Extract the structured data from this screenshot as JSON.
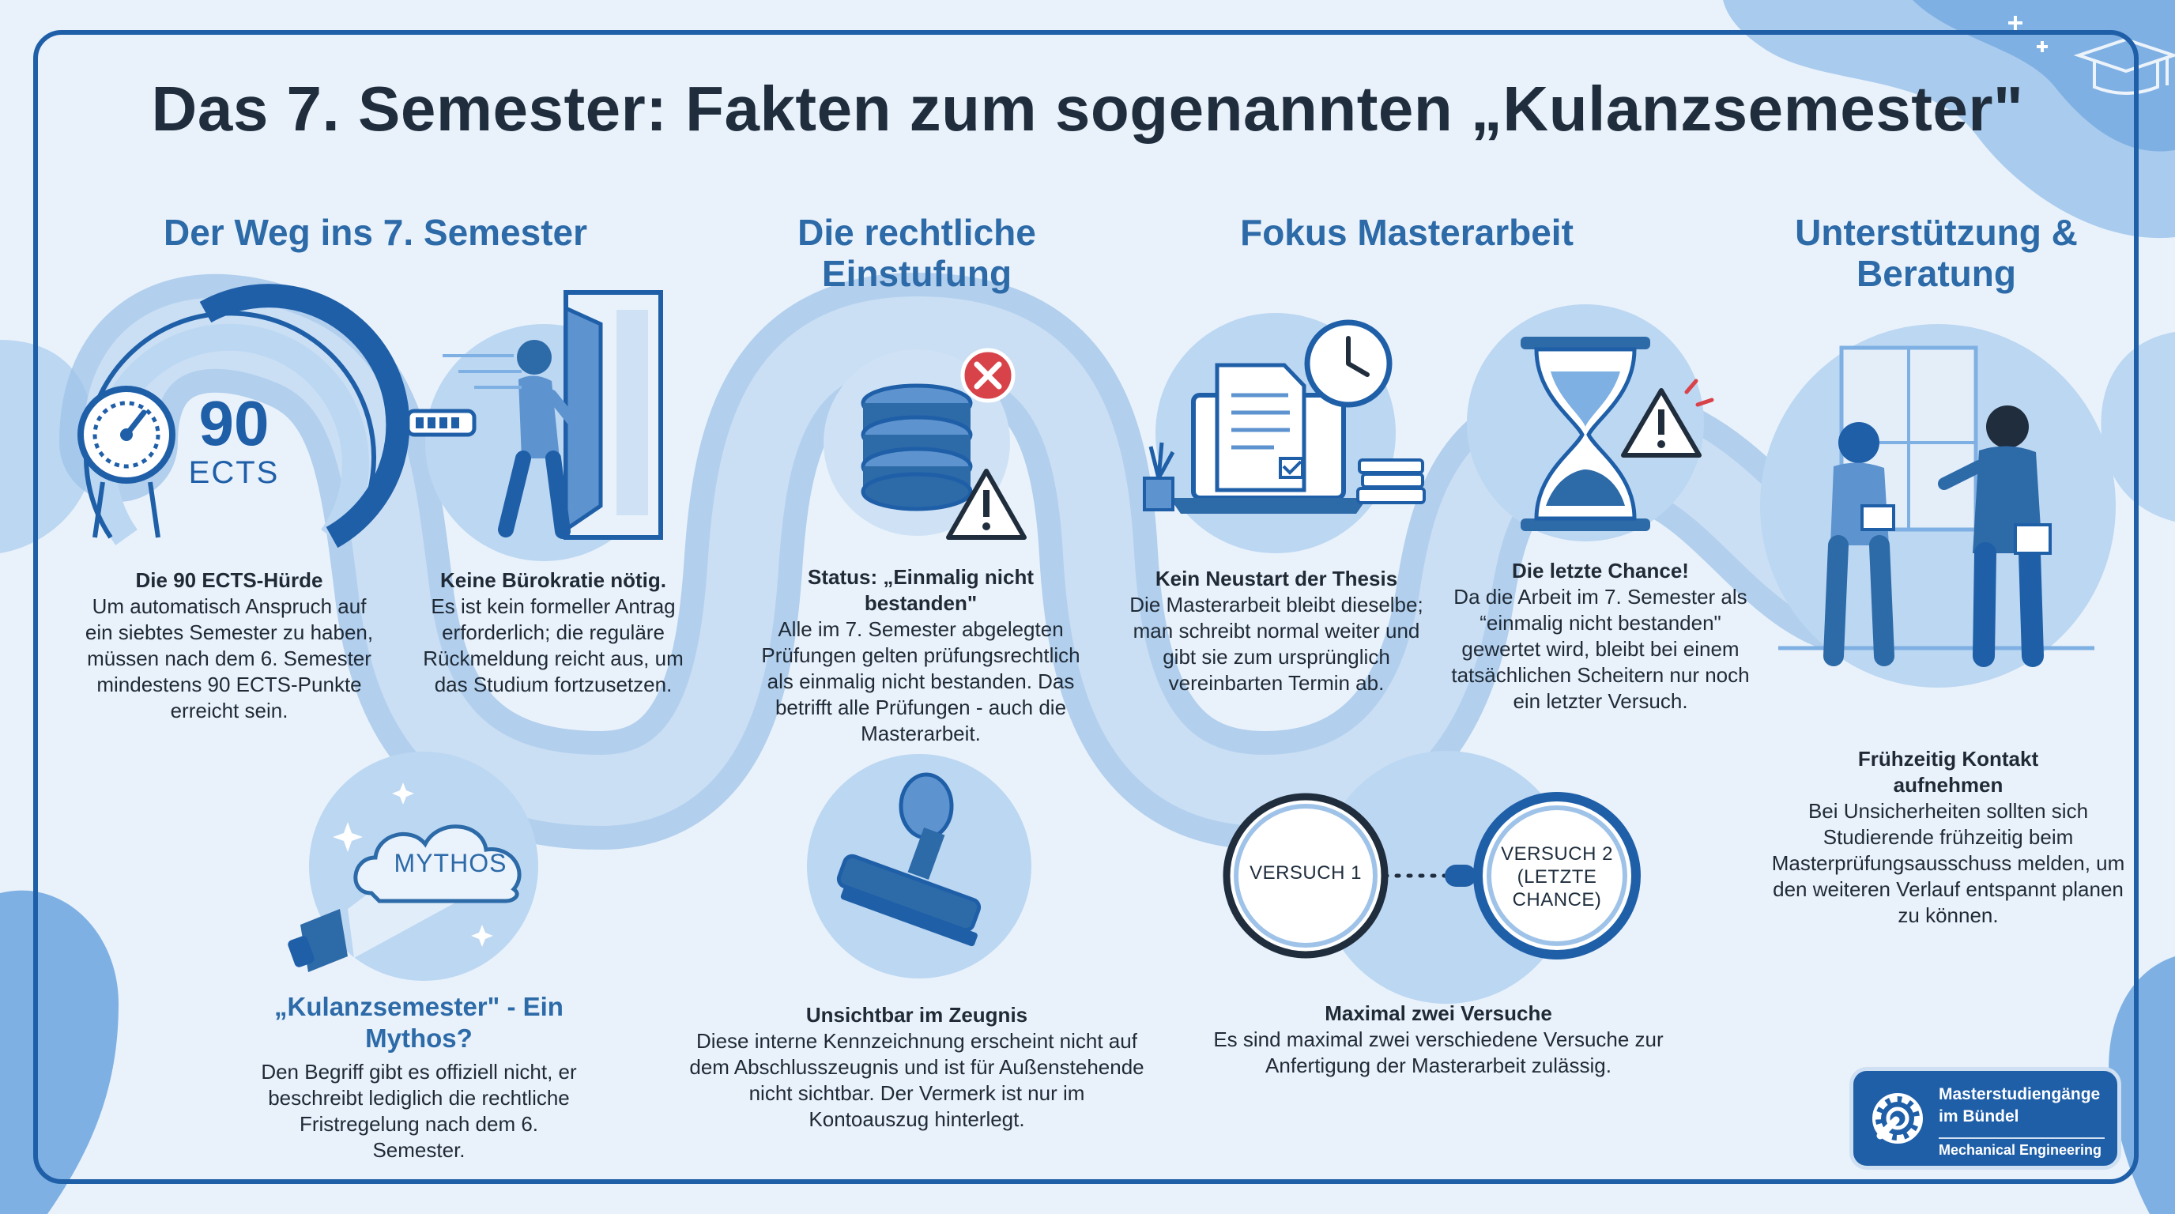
{
  "title": "Das 7. Semester: Fakten zum sogenannten „Kulanzsemester\"",
  "colors": {
    "primary": "#1f5fa8",
    "heading": "#2d6aa8",
    "light": "#cfe2f5",
    "path": "#9fc3e8",
    "warning": "#d8434a"
  },
  "columns": [
    {
      "heading": "Der Weg ins 7. Semester"
    },
    {
      "heading": "Die rechtliche Einstufung"
    },
    {
      "heading": "Fokus Masterarbeit"
    },
    {
      "heading": "Unterstützung & Beratung"
    }
  ],
  "gauge": {
    "number": "90",
    "unit": "ECTS",
    "icon": "speedometer-icon"
  },
  "cloud": {
    "text": "MYTHOS",
    "icon": "megaphone-icon"
  },
  "rings": {
    "first": "VERSUCH 1",
    "second": "VERSUCH 2 (LETZTE CHANCE)"
  },
  "blocks": {
    "ects": {
      "title": "Die 90 ECTS-Hürde",
      "body": "Um automatisch Anspruch auf ein siebtes Semester zu haben, müssen nach dem 6. Semester mindestens 90 ECTS-Punkte erreicht sein."
    },
    "buerokratie": {
      "title": "Keine Bürokratie nötig.",
      "body": "Es ist kein formeller Antrag erforderlich; die reguläre Rückmeldung reicht aus, um das Studium fortzusetzen."
    },
    "mythos": {
      "title": "„Kulanzsemester\" - Ein Mythos?",
      "body": "Den Begriff gibt es offiziell nicht, er beschreibt lediglich die rechtliche Fristregelung nach dem 6. Semester."
    },
    "status": {
      "title": "Status: „Einmalig nicht bestanden\"",
      "body": "Alle im 7. Semester abgelegten Prüfungen gelten prüfungsrechtlich als einmalig nicht bestanden. Das betrifft alle Prüfungen - auch die Masterarbeit."
    },
    "zeugnis": {
      "title": "Unsichtbar im Zeugnis",
      "body": "Diese interne Kennzeichnung erscheint nicht auf dem Abschlusszeugnis und ist für Außenstehende nicht sichtbar. Der Vermerk ist nur im Kontoauszug hinterlegt."
    },
    "thesis": {
      "title": "Kein Neustart der Thesis",
      "body": "Die Masterarbeit bleibt dieselbe; man schreibt normal weiter und gibt sie zum ursprünglich vereinbarten Termin ab."
    },
    "chance": {
      "title": "Die letzte Chance!",
      "body": "Da die Arbeit im 7. Semester als “einmalig nicht bestanden\" gewertet wird, bleibt bei einem tatsächlichen Scheitern nur noch ein letzter Versuch."
    },
    "versuche": {
      "title": "Maximal zwei Versuche",
      "body": "Es sind maximal zwei verschiedene Versuche zur Anfertigung der Masterarbeit zulässig."
    },
    "kontakt": {
      "title": "Frühzeitig Kontakt aufnehmen",
      "body": "Bei Unsicherheiten sollten sich Studierende frühzeitig beim Masterprüfungsausschuss melden, um den weiteren Verlauf entspannt planen zu können."
    }
  },
  "logo": {
    "line1": "Masterstudiengänge im Bündel",
    "line2": "Mechanical Engineering",
    "icon": "gear-wrench-icon"
  }
}
